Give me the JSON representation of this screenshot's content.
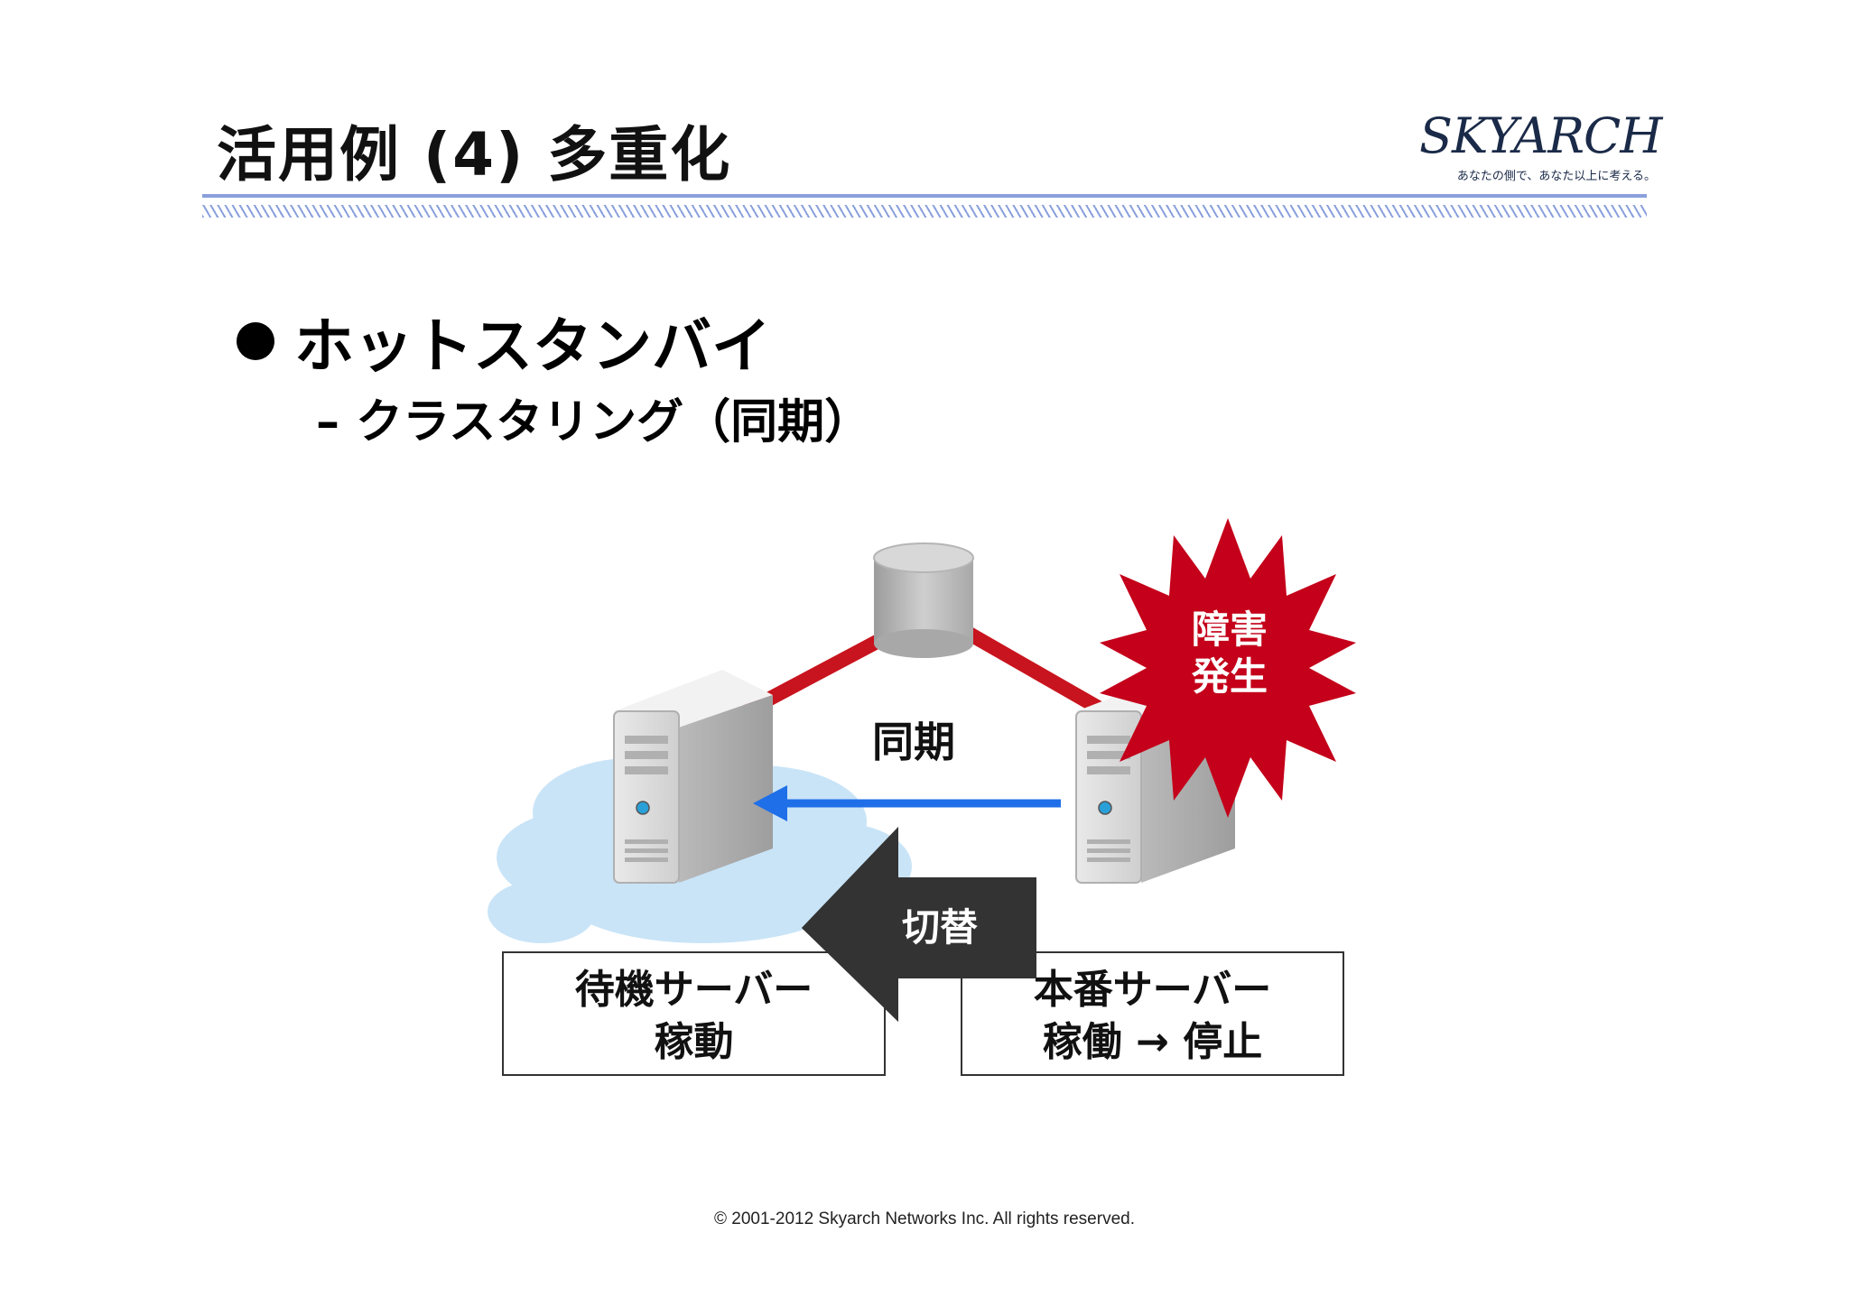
{
  "header": {
    "title": "活用例 (4) 多重化",
    "logo_text": "SKYARCH",
    "logo_tagline": "あなたの側で、あなた以上に考える。"
  },
  "content": {
    "bullet": "ホットスタンバイ",
    "sub_bullet": "– クラスタリング（同期）"
  },
  "diagram": {
    "sync_label": "同期",
    "failure_burst": {
      "line1": "障害",
      "line2": "発生"
    },
    "switch_label": "切替",
    "standby_box": {
      "line1": "待機サーバー",
      "line2": "稼動"
    },
    "production_box": {
      "line1": "本番サーバー",
      "line2": "稼働 → 停止"
    },
    "colors": {
      "link_red": "#c8141e",
      "burst_red": "#c4001a",
      "sync_arrow_blue": "#1f6fe8",
      "switch_arrow": "#333333",
      "cloud": "#c9e4f7",
      "rule": "#8aa0dc"
    }
  },
  "footer": {
    "copyright": "© 2001-2012 Skyarch Networks Inc. All rights reserved."
  }
}
